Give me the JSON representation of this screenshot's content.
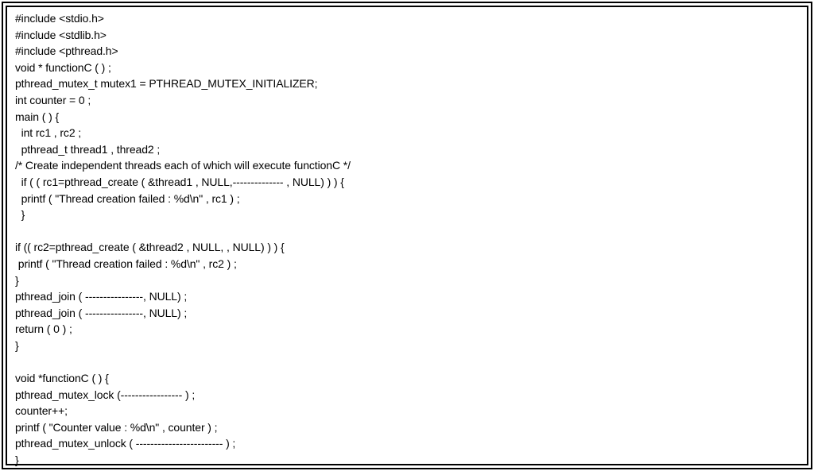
{
  "code": {
    "lines": [
      "#include <stdio.h>",
      "#include <stdlib.h>",
      "#include <pthread.h>",
      "void * functionC ( ) ;",
      "pthread_mutex_t mutex1 = PTHREAD_MUTEX_INITIALIZER;",
      "int counter = 0 ;",
      "main ( ) {",
      "  int rc1 , rc2 ;",
      "  pthread_t thread1 , thread2 ;",
      "/* Create independent threads each of which will execute functionC */",
      "  if ( ( rc1=pthread_create ( &thread1 , NULL,-------------- , NULL) ) ) {",
      "  printf ( \"Thread creation failed : %d\\n\" , rc1 ) ;",
      "  }",
      "",
      "if (( rc2=pthread_create ( &thread2 , NULL, , NULL) ) ) {",
      " printf ( \"Thread creation failed : %d\\n\" , rc2 ) ;",
      "}",
      "pthread_join ( ----------------, NULL) ;",
      "pthread_join ( ----------------, NULL) ;",
      "return ( 0 ) ;",
      "}",
      "",
      "void *functionC ( ) {",
      "pthread_mutex_lock (----------------- ) ;",
      "counter++;",
      "printf ( \"Counter value : %d\\n\" , counter ) ;",
      "pthread_mutex_unlock ( ------------------------ ) ;",
      "}"
    ]
  }
}
